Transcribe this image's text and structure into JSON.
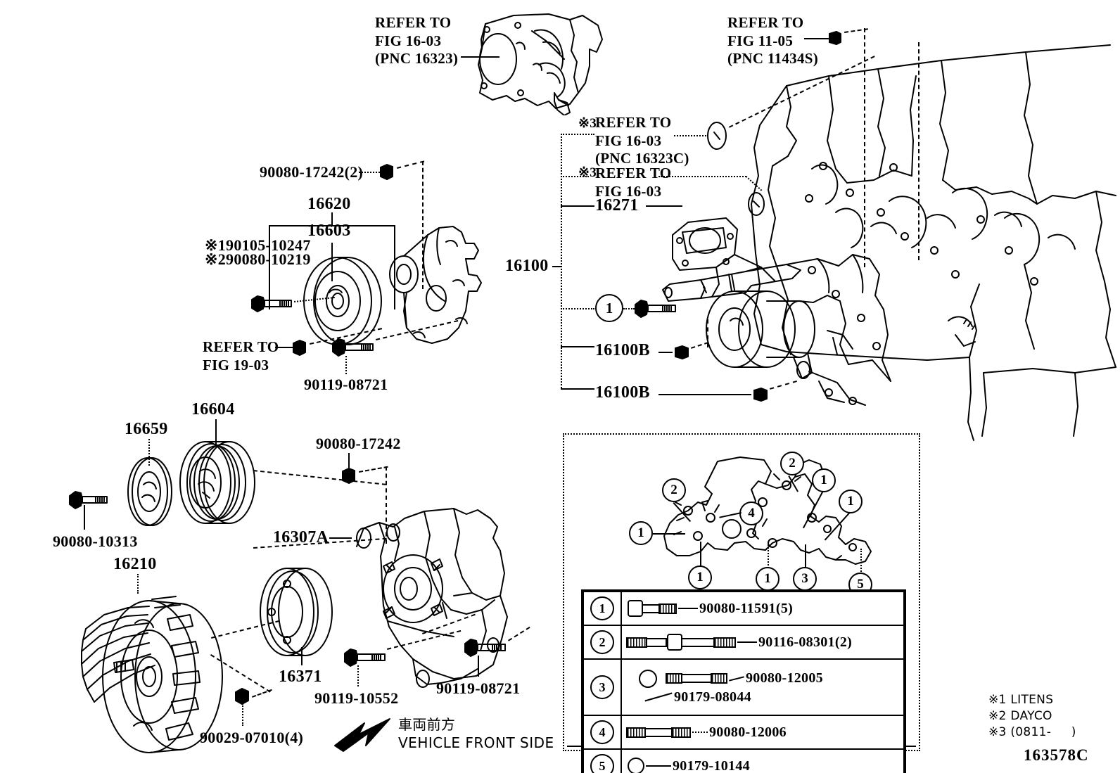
{
  "diagram": {
    "id_code": "163578C",
    "vehicle_front_jp": "車両前方",
    "vehicle_front_en": "VEHICLE FRONT SIDE"
  },
  "footnotes": [
    "※1 LITENS",
    "※2 DAYCO",
    "※3 (0811-     )"
  ],
  "labels": {
    "refer_16323": "REFER TO\nFIG 16-03\n(PNC 16323)",
    "refer_11434s": "REFER TO\nFIG 11-05\n(PNC 11434S)",
    "refer_16323c_mark": "※3",
    "refer_16323c": "REFER TO\nFIG 16-03\n(PNC 16323C)",
    "refer_1603_mark": "※3",
    "refer_1603": "REFER TO\nFIG 16-03",
    "refer_1903": "REFER TO\nFIG 19-03",
    "pn_90080_17242_2": "90080-17242(2)",
    "pn_16620": "16620",
    "pn_16603": "16603",
    "note_1_90105": "※190105-10247",
    "note_2_90080": "※290080-10219",
    "pn_90119_08721_a": "90119-08721",
    "pn_16271": "16271",
    "pn_16100": "16100",
    "pn_16100b_1": "16100B",
    "pn_16100b_2": "16100B",
    "pn_16659": "16659",
    "pn_16604": "16604",
    "pn_90080_17242": "90080-17242",
    "pn_90080_10313": "90080-10313",
    "pn_16307a": "16307A",
    "pn_16210": "16210",
    "pn_16371": "16371",
    "pn_90119_10552": "90119-10552",
    "pn_90119_08721_b": "90119-08721",
    "pn_90029_07010_4": "90029-07010(4)"
  },
  "callouts": {
    "water_pump_bolt": "1",
    "inset_markers": [
      "2",
      "2",
      "1",
      "1",
      "4",
      "1",
      "1",
      "1",
      "3",
      "5"
    ]
  },
  "legend": {
    "rows": [
      {
        "num": "1",
        "parts": [
          "90080-11591(5)"
        ]
      },
      {
        "num": "2",
        "parts": [
          "90116-08301(2)"
        ]
      },
      {
        "num": "3",
        "parts": [
          "90080-12005",
          "90179-08044"
        ]
      },
      {
        "num": "4",
        "parts": [
          "90080-12006"
        ]
      },
      {
        "num": "5",
        "parts": [
          "90179-10144"
        ]
      }
    ]
  }
}
